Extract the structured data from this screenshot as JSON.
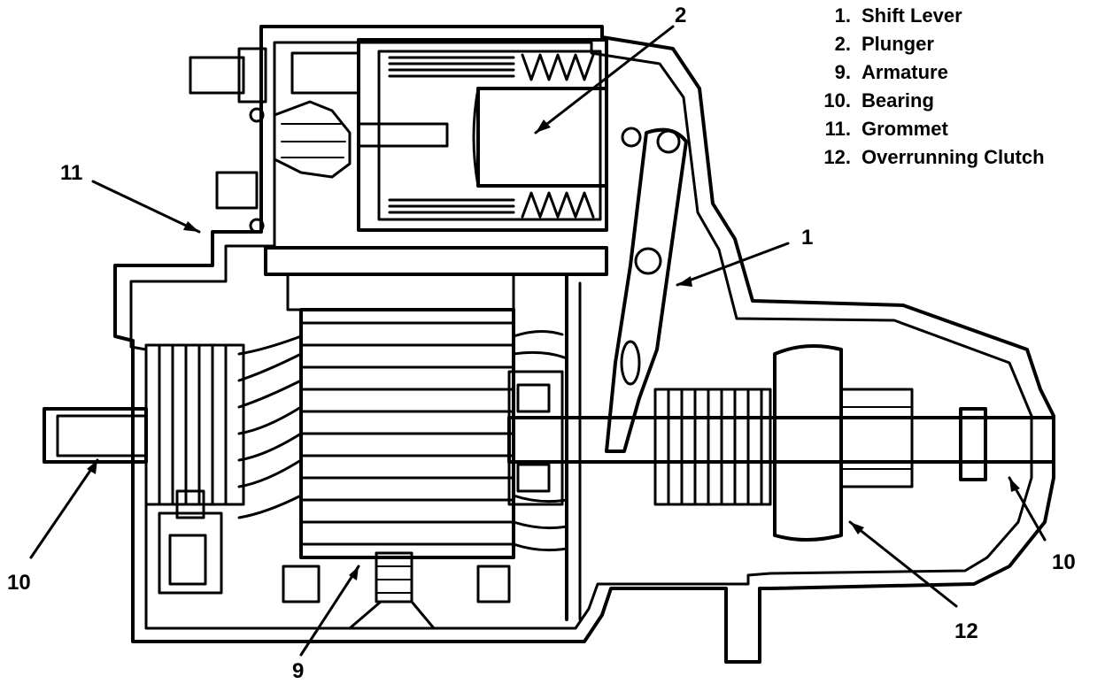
{
  "legend": [
    {
      "number": "1.",
      "label": "Shift Lever"
    },
    {
      "number": "2.",
      "label": "Plunger"
    },
    {
      "number": "9.",
      "label": "Armature"
    },
    {
      "number": "10.",
      "label": "Bearing"
    },
    {
      "number": "11.",
      "label": "Grommet"
    },
    {
      "number": "12.",
      "label": "Overrunning Clutch"
    }
  ],
  "callouts": {
    "plunger": "2",
    "grommet": "11",
    "shift_lever": "1",
    "bearing_left": "10",
    "bearing_right": "10",
    "armature": "9",
    "clutch": "12"
  }
}
